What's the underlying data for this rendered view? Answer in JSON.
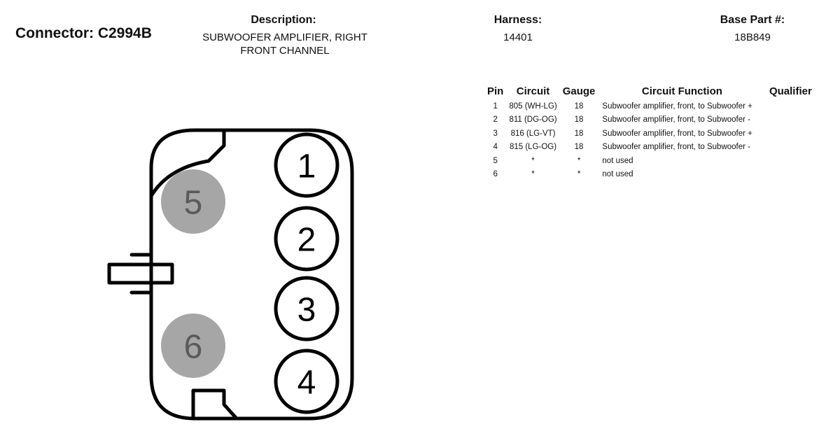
{
  "connector": {
    "title": "Connector: C2994B"
  },
  "description": {
    "label": "Description:",
    "line1": "SUBWOOFER AMPLIFIER, RIGHT",
    "line2": "FRONT CHANNEL"
  },
  "harness": {
    "label": "Harness:",
    "value": "14401"
  },
  "base_part": {
    "label": "Base Part #:",
    "value": "18B849"
  },
  "pin_table": {
    "headers": {
      "pin": "Pin",
      "circuit": "Circuit",
      "gauge": "Gauge",
      "function": "Circuit Function",
      "qualifier": "Qualifier"
    },
    "rows": [
      {
        "pin": "1",
        "circuit": "805 (WH-LG)",
        "gauge": "18",
        "function": "Subwoofer amplifier, front, to Subwoofer +",
        "qualifier": ""
      },
      {
        "pin": "2",
        "circuit": "811 (DG-OG)",
        "gauge": "18",
        "function": "Subwoofer amplifier, front, to Subwoofer -",
        "qualifier": ""
      },
      {
        "pin": "3",
        "circuit": "816 (LG-VT)",
        "gauge": "18",
        "function": "Subwoofer amplifier, front, to Subwoofer +",
        "qualifier": ""
      },
      {
        "pin": "4",
        "circuit": "815 (LG-OG)",
        "gauge": "18",
        "function": "Subwoofer amplifier, front, to Subwoofer -",
        "qualifier": ""
      },
      {
        "pin": "5",
        "circuit": "*",
        "gauge": "*",
        "function": "not used",
        "qualifier": ""
      },
      {
        "pin": "6",
        "circuit": "*",
        "gauge": "*",
        "function": "not used",
        "qualifier": ""
      }
    ]
  },
  "diagram": {
    "pins": [
      {
        "label": "1",
        "used": true
      },
      {
        "label": "2",
        "used": true
      },
      {
        "label": "3",
        "used": true
      },
      {
        "label": "4",
        "used": true
      },
      {
        "label": "5",
        "used": false
      },
      {
        "label": "6",
        "used": false
      }
    ],
    "colors": {
      "outline": "#000000",
      "unused_fill": "#a6a6a6",
      "unused_text": "#5a5a5a"
    }
  }
}
